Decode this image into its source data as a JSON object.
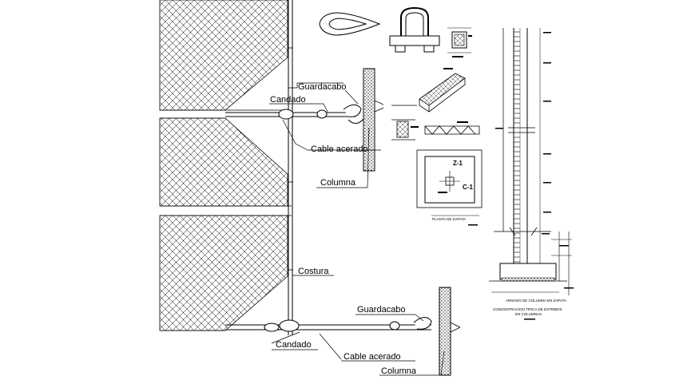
{
  "labels": {
    "guardacabo_top": "Guardacabo",
    "candado_top": "Candado",
    "cable_acerado_top": "Cable acerado",
    "columna_top": "Columna",
    "costura": "Costura",
    "guardacabo_bottom": "Guardacabo",
    "candado_bottom": "Candado",
    "cable_acerado_bottom": "Cable acerado",
    "columna_bottom": "Columna"
  },
  "footing": {
    "z_label": "Z-1",
    "c_label": "C-1",
    "caption": "PLANTA DE ZAPATA"
  },
  "column_detail": {
    "caption_1": "ARMADO DE COLUMNA EN ZAPATA",
    "caption_2": "CONCENTRACION TIPICA DE ESTRIBOS",
    "caption_3": "EN COLUMNAS"
  },
  "colors": {
    "line": "#000000",
    "background": "#ffffff"
  }
}
